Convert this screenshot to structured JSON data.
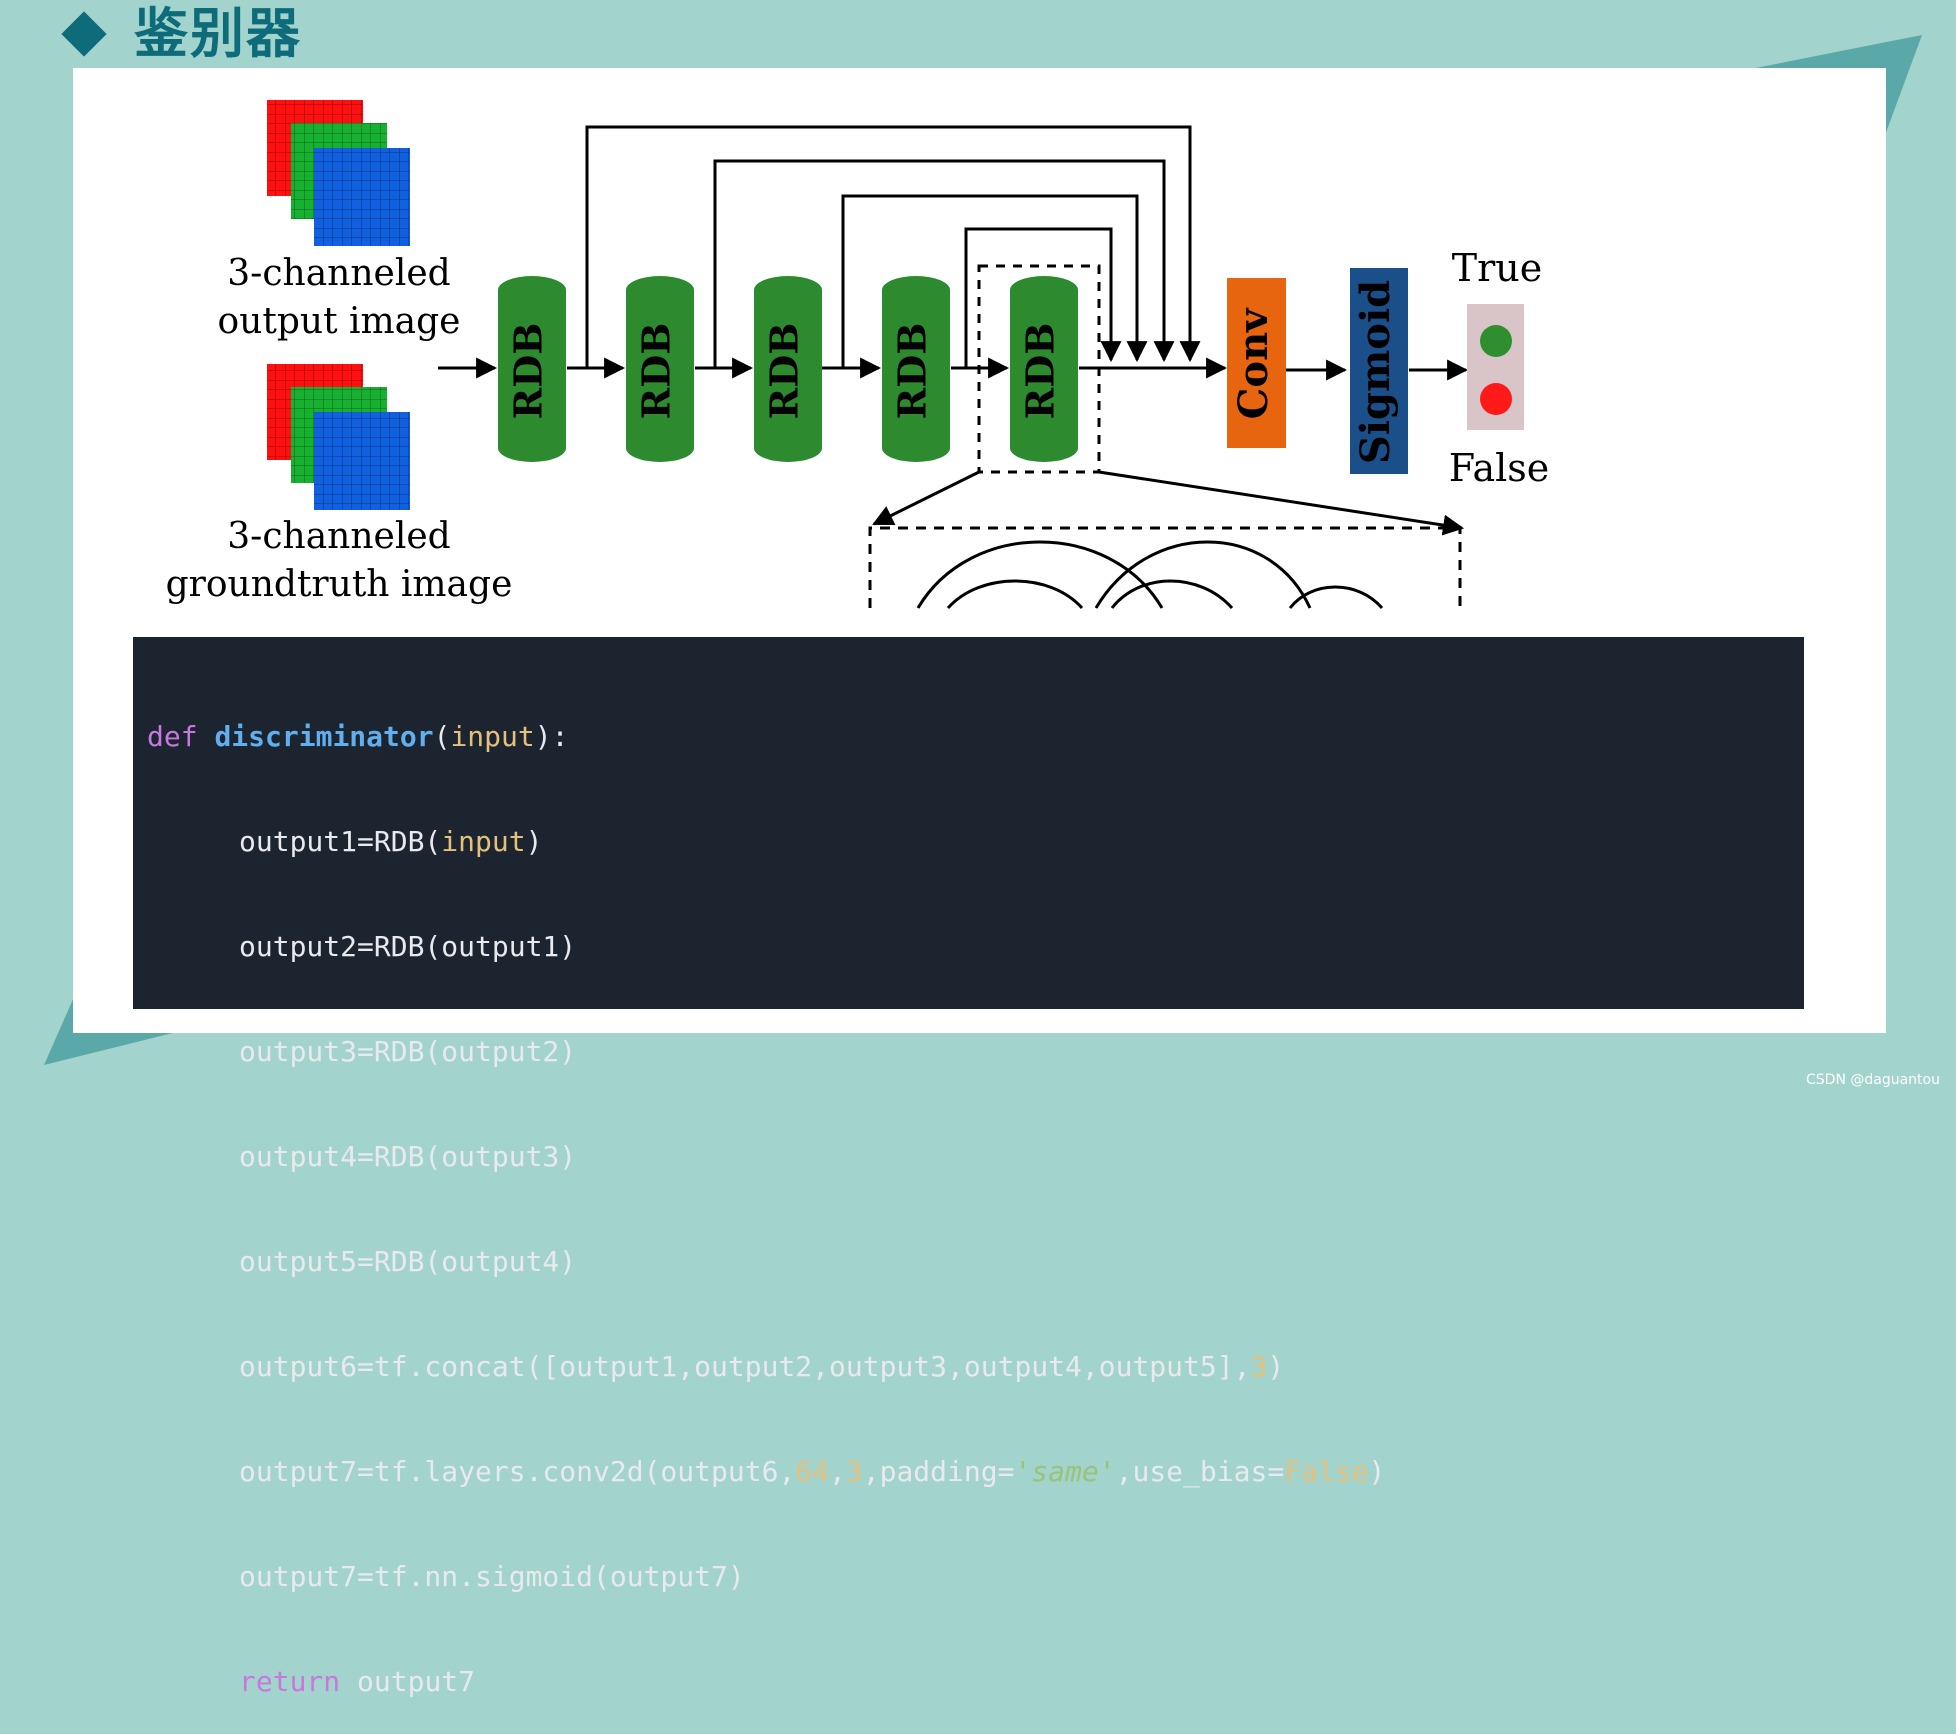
{
  "slide": {
    "title": "鉴别器"
  },
  "diagram": {
    "input_output_label_1": "3-channeled",
    "input_output_label_2": "output image",
    "input_gt_label_1": "3-channeled",
    "input_gt_label_2": "groundtruth image",
    "rdb_blocks": [
      "RDB",
      "RDB",
      "RDB",
      "RDB",
      "RDB"
    ],
    "conv_label": "Conv",
    "sigmoid_label": "Sigmoid",
    "true_label": "True",
    "false_label": "False",
    "colors": {
      "rdb": "#2e8a2e",
      "conv": "#e8650f",
      "sigmoid": "#1a4f8a",
      "true_dot": "#2f8f2f",
      "false_dot": "#ff1a1a",
      "output_box": "#d9c4c8"
    }
  },
  "code": {
    "line1": {
      "kw": "def",
      "fn": "discriminator",
      "open": "(",
      "param": "input",
      "close": "):"
    },
    "line2": {
      "pre": "output1=RDB(",
      "param": "input",
      "post": ")"
    },
    "line3": "output2=RDB(output1)",
    "line4": "output3=RDB(output2)",
    "line5": "output4=RDB(output3)",
    "line6": "output5=RDB(output4)",
    "line7": {
      "pre": "output6=tf.concat([output1,output2,output3,output4,output5],",
      "num": "3",
      "post": ")"
    },
    "line8": {
      "pre": "output7=tf.layers.conv2d(output6,",
      "num1": "64",
      "sep": ",",
      "num2": "3",
      "mid": ",padding=",
      "str": "'same'",
      "mid2": ",use_bias=",
      "bool": "False",
      "post": ")"
    },
    "line9": "output7=tf.nn.sigmoid(output7)",
    "line10": {
      "kw": "return",
      "post": " output7"
    }
  },
  "watermark": "CSDN @daguantou"
}
